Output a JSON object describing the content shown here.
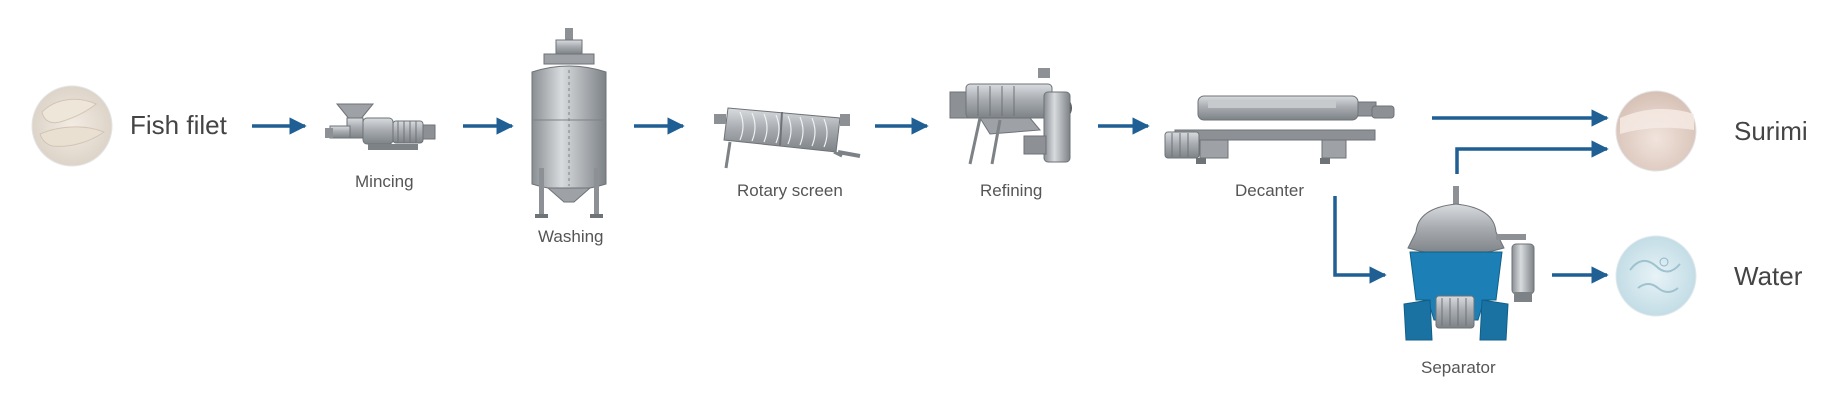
{
  "diagram": {
    "nodes": {
      "fish_filet": "Fish filet",
      "mincing": "Mincing",
      "washing": "Washing",
      "rotary_screen": "Rotary screen",
      "refining": "Refining",
      "decanter": "Decanter",
      "separator": "Separator",
      "surimi": "Surimi",
      "water": "Water"
    },
    "colors": {
      "arrow": "#1f5f94",
      "machine": "#a9adb1",
      "machine_dark": "#6e7378",
      "separator_base": "#1c7fb5"
    },
    "icons": {
      "fish_filet": "fish-filet-image",
      "mincing": "mincer-icon",
      "washing": "washing-tank-icon",
      "rotary_screen": "rotary-screen-icon",
      "refining": "refiner-icon",
      "decanter": "decanter-centrifuge-icon",
      "separator": "separator-centrifuge-icon",
      "surimi": "surimi-image",
      "water": "water-image"
    }
  }
}
